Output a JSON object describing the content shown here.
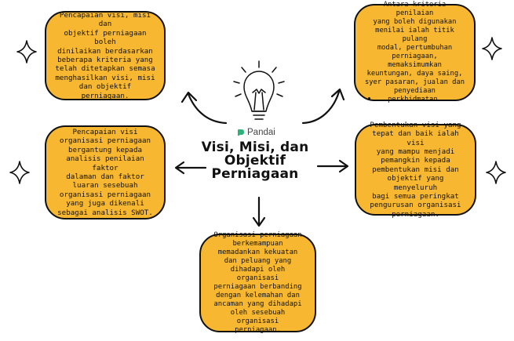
{
  "center": {
    "brand": "Pandai",
    "title_lines": [
      "Visi, Misi, dan",
      "Objektif",
      "Perniagaan"
    ]
  },
  "boxes": {
    "top_left": [
      "Pencapaian visi, misi dan",
      "objektif perniagaan boleh",
      "dinilaikan berdasarkan",
      "beberapa kriteria yang",
      "telah ditetapkan semasa",
      "menghasilkan visi, misi",
      "dan objektif perniagaan."
    ],
    "top_right": [
      "Antara kriteria penilaian",
      "yang boleh digunakan",
      "menilai ialah titik pulang",
      "modal, pertumbuhan",
      "perniagaan,",
      "memaksimumkan",
      "keuntungan, daya saing,",
      "syer pasaran, jualan dan",
      "penyediaan",
      "perkhidmatan."
    ],
    "middle_left": [
      "Pencapaian visi",
      "organisasi perniagaan",
      "bergantung kepada",
      "analisis penilaian faktor",
      "dalaman dan faktor",
      "luaran sesebuah",
      "organisasi perniagaan",
      "yang juga dikenali",
      "sebagai analisis SWOT."
    ],
    "middle_right": [
      "Pembentukan visi yang",
      "tepat dan baik ialah visi",
      "yang mampu menjadi",
      "pemangkin kepada",
      "pembentukan misi dan",
      "objektif yang menyeluruh",
      "bagi semua peringkat",
      "pengurusan organisasi",
      "perniagaan."
    ],
    "bottom": [
      "Organisasi perniagaan",
      "berkemampuan",
      "memadankan kekuatan",
      "dan peluang yang",
      "dihadapi oleh organisasi",
      "perniagaan berbanding",
      "dengan kelemahan dan",
      "ancaman yang dihadapi",
      "oleh sesebuah organisasi",
      "perniagaan."
    ]
  },
  "colors": {
    "box_fill": "#F7B731",
    "outline": "#111111",
    "brand_green": "#2DB37A"
  },
  "icons": [
    "lightbulb-icon",
    "sparkle-icon",
    "arrow-icon"
  ]
}
